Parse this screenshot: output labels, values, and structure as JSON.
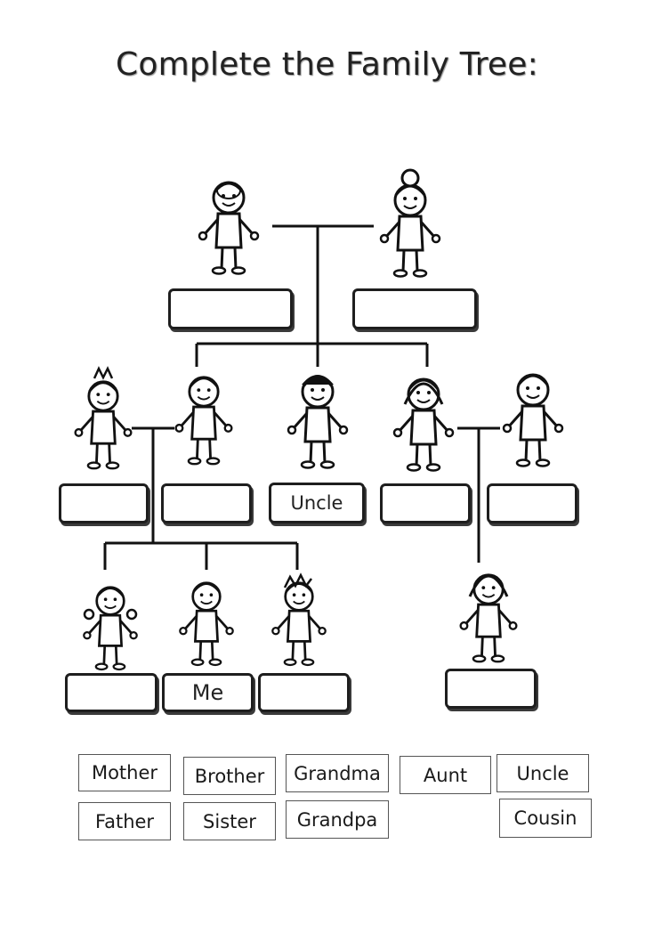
{
  "title": "Complete the Family Tree:",
  "answer_boxes": {
    "grandpa": "",
    "grandma": "",
    "aunt_in_law": "",
    "father": "",
    "uncle": "Uncle",
    "mother_sibling": "",
    "uncle_in_law": "",
    "child_1": "",
    "child_me": "Me",
    "child_3": "",
    "cousin": ""
  },
  "word_bank": [
    "Mother",
    "Brother",
    "Grandma",
    "Aunt",
    "Uncle",
    "Father",
    "Sister",
    "Grandpa",
    "Cousin"
  ]
}
